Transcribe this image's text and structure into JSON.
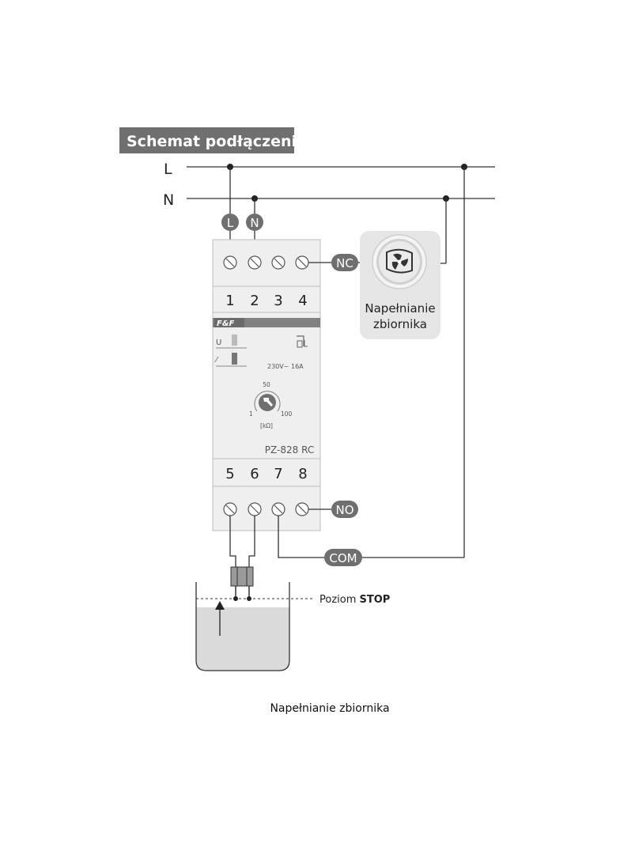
{
  "title": "Schemat podłączenia",
  "lines": {
    "l": "L",
    "n": "N"
  },
  "line_badges": {
    "l": "L",
    "n": "N"
  },
  "terminals_top": [
    "1",
    "2",
    "3",
    "4"
  ],
  "terminals_bottom": [
    "5",
    "6",
    "7",
    "8"
  ],
  "contacts": {
    "nc": "NC",
    "no": "NO",
    "com": "COM"
  },
  "device": {
    "brand": "F&F",
    "u_label": "U",
    "relay_label": "⁄",
    "rating": "230V~ 16A",
    "dial_top": "50",
    "dial_min": "1",
    "dial_max": "100",
    "dial_unit": "[kΩ]",
    "model": "PZ-828 RC"
  },
  "pump": {
    "label_line1": "Napełnianie",
    "label_line2": "zbiornika",
    "icon": "pump-fan-icon"
  },
  "tank": {
    "level_label_prefix": "Poziom ",
    "level_label_bold": "STOP"
  },
  "caption": "Napełnianie zbiornika",
  "colors": {
    "badge": "#6f6f6f",
    "device_body": "#efefef",
    "device_stripe": "#808080",
    "pump_box": "#e6e6e6",
    "water": "#dadada"
  }
}
